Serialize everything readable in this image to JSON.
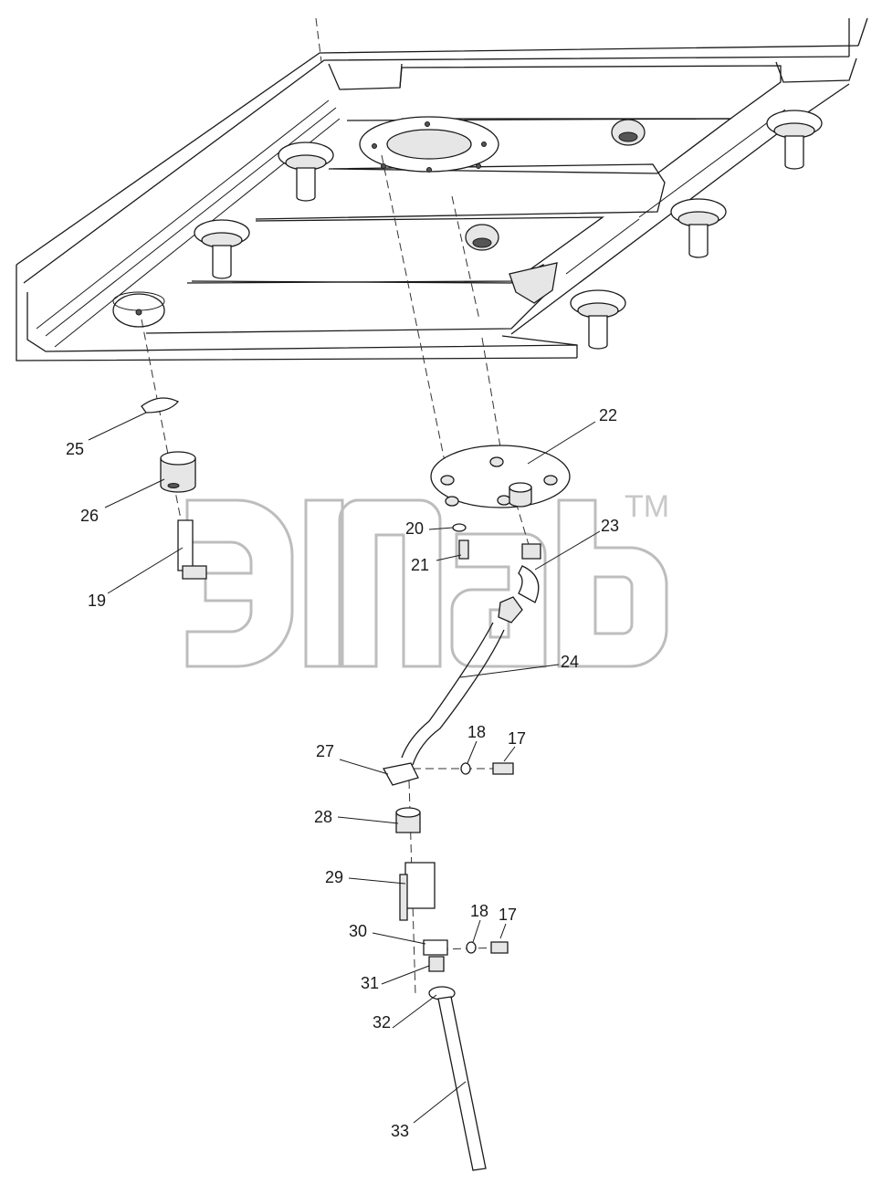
{
  "watermark": {
    "logo_icon": "elab-logo-icon",
    "tm": "TM"
  },
  "callouts": [
    {
      "id": "17",
      "label": "17"
    },
    {
      "id": "17b",
      "label": "17"
    },
    {
      "id": "18",
      "label": "18"
    },
    {
      "id": "18b",
      "label": "18"
    },
    {
      "id": "19",
      "label": "19"
    },
    {
      "id": "20",
      "label": "20"
    },
    {
      "id": "21",
      "label": "21"
    },
    {
      "id": "22",
      "label": "22"
    },
    {
      "id": "23",
      "label": "23"
    },
    {
      "id": "24",
      "label": "24"
    },
    {
      "id": "25",
      "label": "25"
    },
    {
      "id": "26",
      "label": "26"
    },
    {
      "id": "27",
      "label": "27"
    },
    {
      "id": "28",
      "label": "28"
    },
    {
      "id": "29",
      "label": "29"
    },
    {
      "id": "30",
      "label": "30"
    },
    {
      "id": "31",
      "label": "31"
    },
    {
      "id": "32",
      "label": "32"
    },
    {
      "id": "33",
      "label": "33"
    }
  ]
}
